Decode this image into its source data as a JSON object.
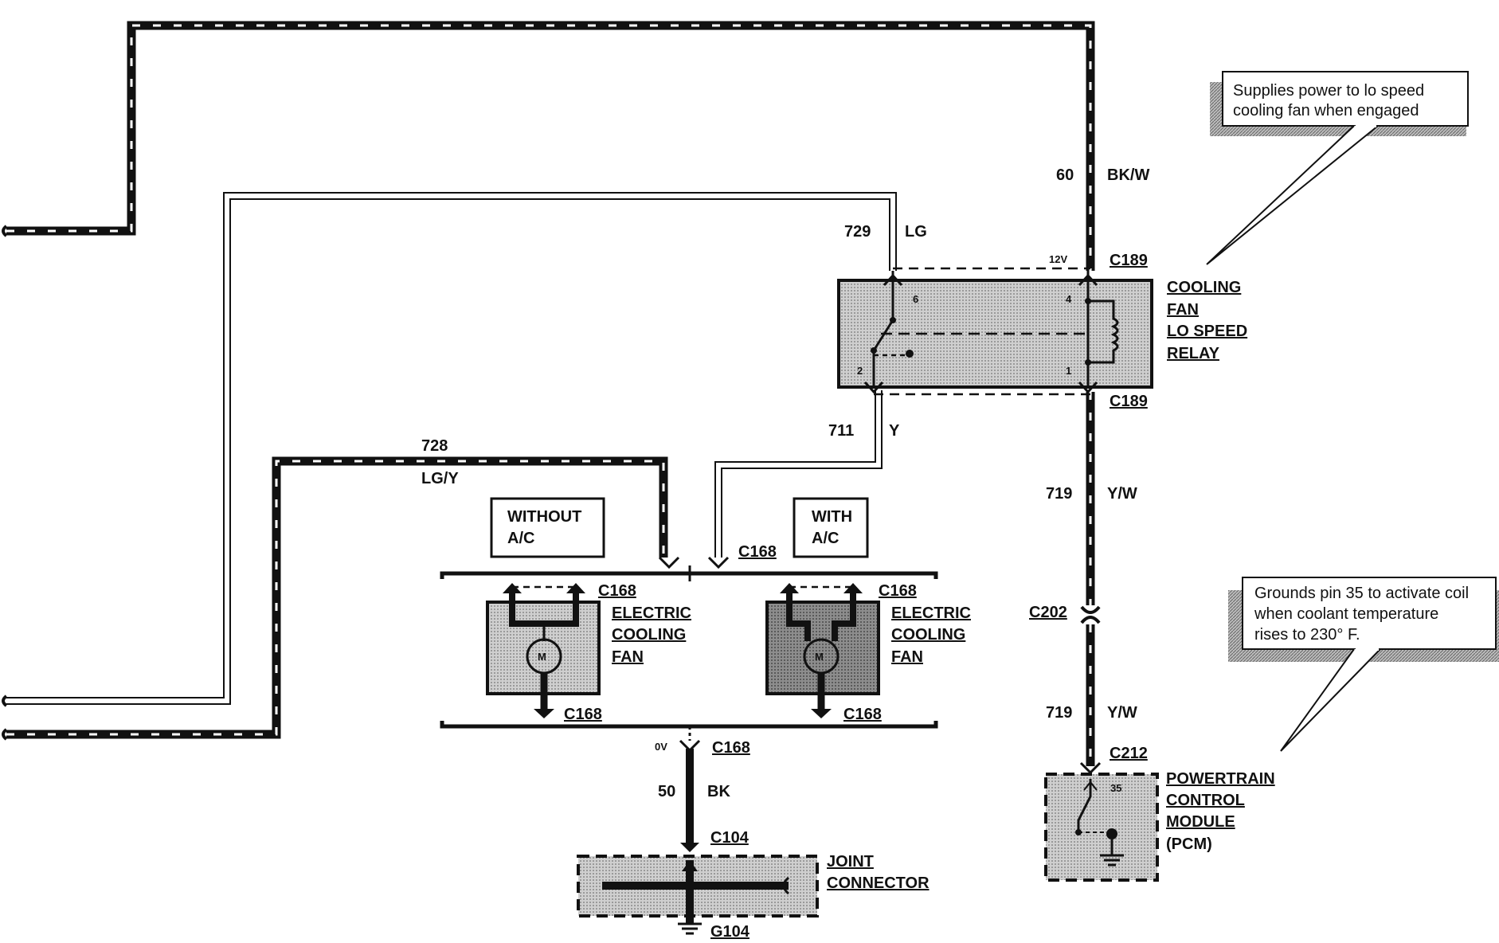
{
  "wires": {
    "w60": {
      "number": "60",
      "color": "BK/W"
    },
    "w729": {
      "number": "729",
      "color": "LG"
    },
    "w711": {
      "number": "711",
      "color": "Y"
    },
    "w728": {
      "number": "728",
      "color": "LG/Y"
    },
    "w719a": {
      "number": "719",
      "color": "Y/W"
    },
    "w719b": {
      "number": "719",
      "color": "Y/W"
    },
    "w50": {
      "number": "50",
      "color": "BK"
    }
  },
  "voltages": {
    "relay_top": "12V",
    "fan_bottom": "0V"
  },
  "connectors": {
    "c189_top": "C189",
    "c189_bottom": "C189",
    "c168_mid": "C168",
    "c168_fan1_top": "C168",
    "c168_fan2_top": "C168",
    "c168_fan1_bottom": "C168",
    "c168_fan2_bottom": "C168",
    "c168_ground": "C168",
    "c104": "C104",
    "g104": "G104",
    "c202": "C202",
    "c212": "C212"
  },
  "relay": {
    "label_lines": [
      "COOLING",
      "FAN",
      "LO SPEED",
      "RELAY"
    ],
    "pins": {
      "p6": "6",
      "p4": "4",
      "p2": "2",
      "p1": "1"
    }
  },
  "fans": {
    "without_ac": [
      "WITHOUT",
      "A/C"
    ],
    "with_ac": [
      "WITH",
      "A/C"
    ],
    "fan1_label": [
      "ELECTRIC",
      "COOLING",
      "FAN"
    ],
    "fan2_label": [
      "ELECTRIC",
      "COOLING",
      "FAN"
    ],
    "motor_symbol": "M"
  },
  "joint_connector": {
    "label_lines": [
      "JOINT",
      "CONNECTOR"
    ]
  },
  "pcm": {
    "label_lines": [
      "POWERTRAIN",
      "CONTROL",
      "MODULE",
      "(PCM)"
    ],
    "pin": "35"
  },
  "callouts": {
    "relay_note": [
      "Supplies power to lo speed",
      "cooling fan when engaged"
    ],
    "pcm_note": [
      "Grounds pin 35 to activate coil",
      "when coolant temperature",
      "rises to 230° F."
    ]
  }
}
